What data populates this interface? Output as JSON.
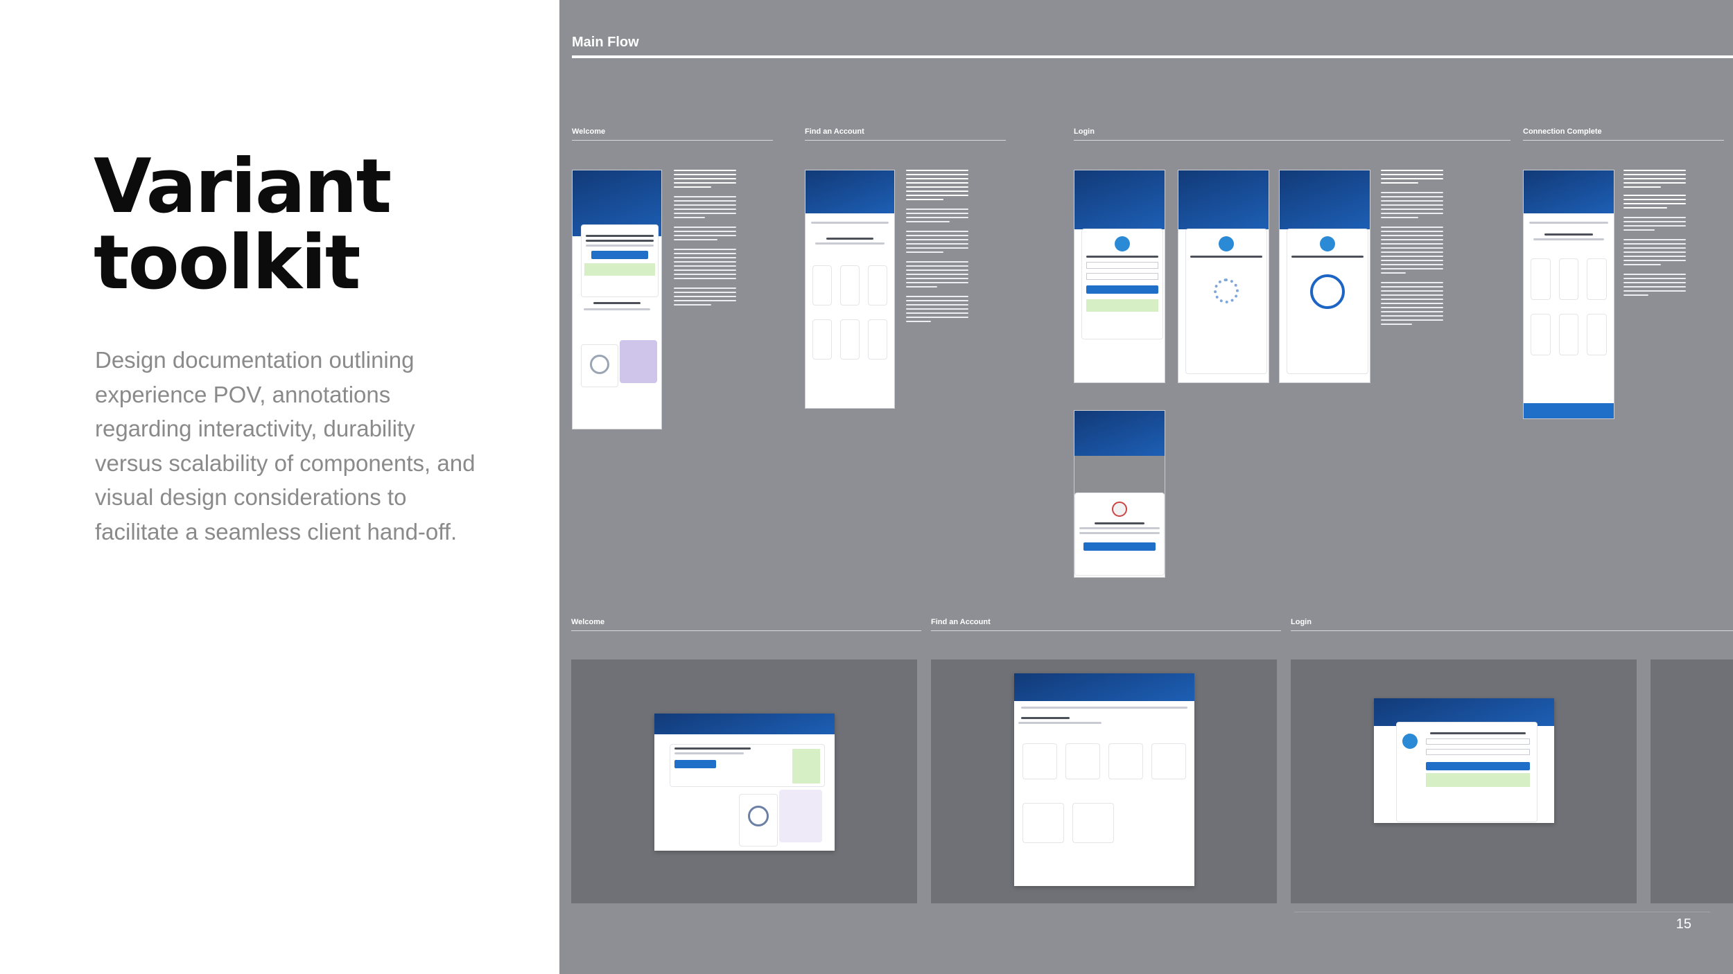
{
  "slide": {
    "title_line1": "Variant",
    "title_line2": "toolkit",
    "description": "Design documentation outlining experience POV, annotations regarding interactivity, durability versus scalability of components, and visual design considerations to facilitate a seamless client hand-off.",
    "page_number": "15"
  },
  "canvas": {
    "main_flow_title": "Main Flow",
    "top_sections": [
      "Welcome",
      "Find an Account",
      "Login",
      "Connection Complete"
    ],
    "bottom_sections": [
      "Welcome",
      "Find an Account",
      "Login"
    ]
  },
  "colors": {
    "canvas_bg": "#8d8f94",
    "frame_bg": "#6f7176",
    "brand_blue": "#1d5fb5",
    "title_text": "#0c0c0c",
    "desc_text": "#8a8a8a"
  }
}
